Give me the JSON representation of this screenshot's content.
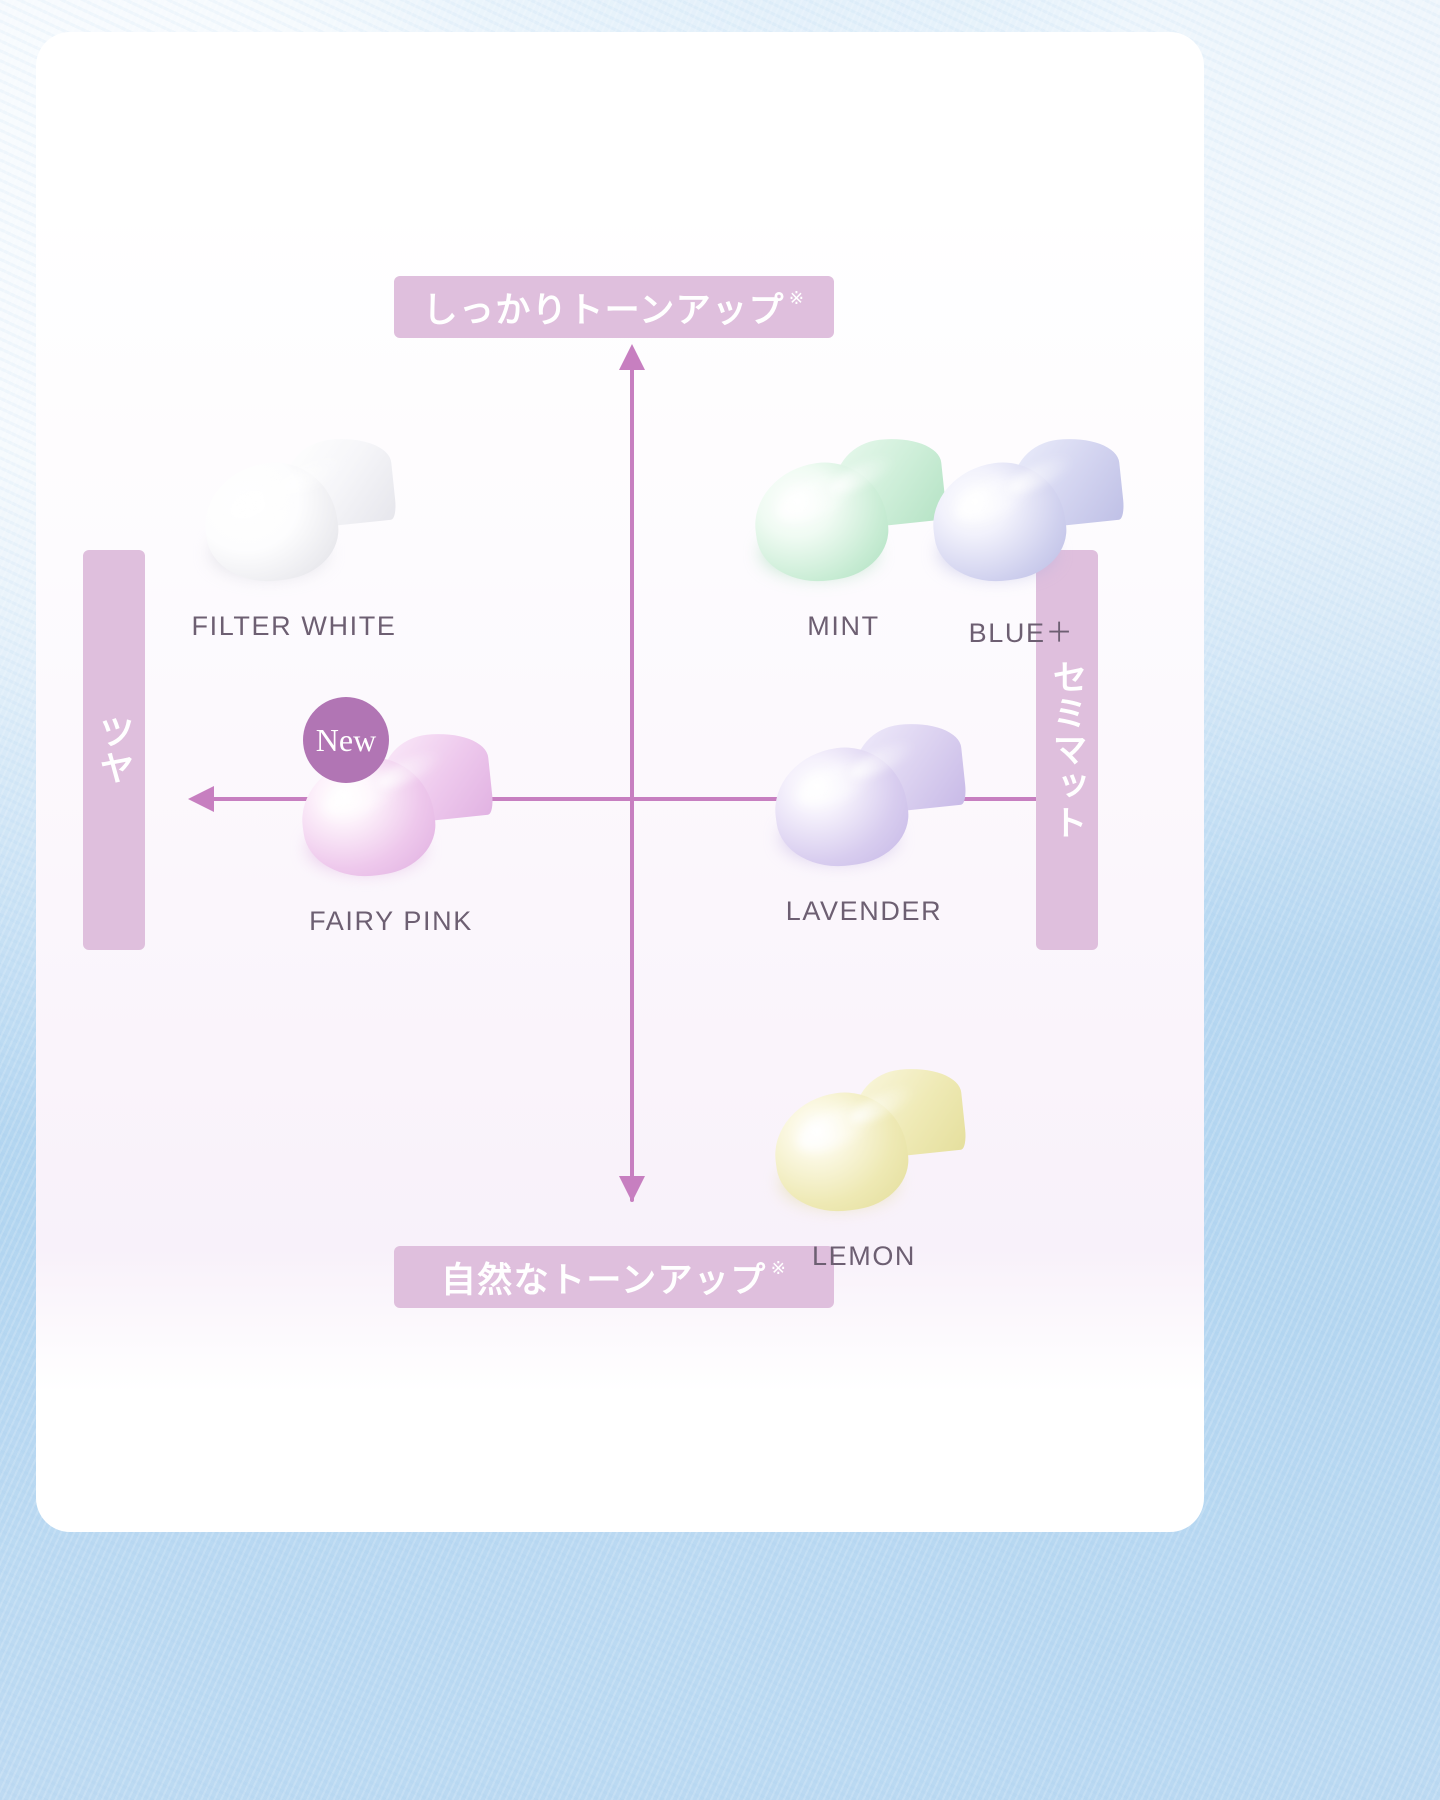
{
  "page": {
    "background_color": "#d6e7f6",
    "card_color": "#ffffff",
    "accent_color": "#c77fc0",
    "pill_color": "#dfbfdd",
    "badge_color": "#b175b4",
    "label_text_color": "#6d5f72"
  },
  "axes": {
    "top_label": "しっかりトーンアップ",
    "top_label_sup": "※",
    "bottom_label": "自然なトーンアップ",
    "bottom_label_sup": "※",
    "left_label": "ツヤ",
    "right_label": "セミマット"
  },
  "chart_data": {
    "type": "scatter",
    "title": "",
    "xlabel_left": "ツヤ",
    "xlabel_right": "セミマット",
    "ylabel_top": "しっかりトーンアップ※",
    "ylabel_bottom": "自然なトーンアップ※",
    "xlim": [
      -1,
      1
    ],
    "ylim": [
      -1,
      1
    ],
    "grid": false,
    "legend": "none",
    "points": [
      {
        "label": "FILTER WHITE",
        "x": -0.78,
        "y": 0.63,
        "color": "#f2f2f4",
        "new": false
      },
      {
        "label": "MINT",
        "x": 0.28,
        "y": 0.66,
        "color": "#c8ecd4",
        "new": false
      },
      {
        "label": "BLUE＋",
        "x": 0.68,
        "y": 0.66,
        "color": "#cfd0ee",
        "new": false
      },
      {
        "label": "FAIRY PINK",
        "x": -0.52,
        "y": -0.02,
        "color": "#eec8ec",
        "new": true
      },
      {
        "label": "LAVENDER",
        "x": 0.3,
        "y": -0.02,
        "color": "#d8cdef",
        "new": false
      },
      {
        "label": "LEMON",
        "x": 0.3,
        "y": -0.76,
        "color": "#eee9b4",
        "new": false
      }
    ]
  },
  "swatches": {
    "filter_white": {
      "name": "FILTER WHITE"
    },
    "mint": {
      "name": "MINT"
    },
    "blue_plus": {
      "name": "BLUE＋"
    },
    "fairy_pink": {
      "name": "FAIRY PINK",
      "badge": "New"
    },
    "lavender": {
      "name": "LAVENDER"
    },
    "lemon": {
      "name": "LEMON"
    }
  }
}
